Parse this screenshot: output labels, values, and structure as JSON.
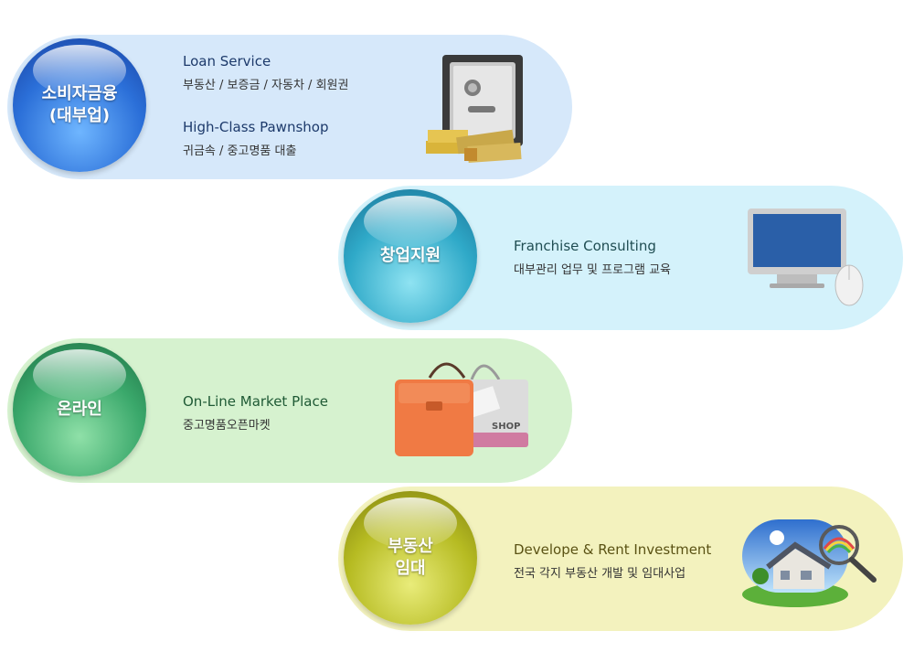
{
  "services": [
    {
      "orb_label": "소비자금융\n(대부업)",
      "lines": [
        {
          "en": "Loan Service",
          "ko": "부동산 / 보증금 / 자동차 / 회원권"
        },
        {
          "en": "High-Class Pawnshop",
          "ko": "귀금속 / 중고명품 대출"
        }
      ],
      "icon": "safe-icon"
    },
    {
      "orb_label": "창업지원",
      "lines": [
        {
          "en": "Franchise Consulting",
          "ko": "대부관리 업무 및 프로그램 교육"
        }
      ],
      "icon": "computer-monitor-icon"
    },
    {
      "orb_label": "온라인",
      "lines": [
        {
          "en": "On-Line Market Place",
          "ko": "중고명품오픈마켓"
        }
      ],
      "icon": "shopping-bag-icon",
      "bag_text": "SHOP"
    },
    {
      "orb_label": "부동산\n임대",
      "lines": [
        {
          "en": "Develope & Rent Investment",
          "ko": "전국 각지 부동산 개발 및 임대사업"
        }
      ],
      "icon": "house-magnifier-icon"
    }
  ],
  "colors": {
    "pill1": "#d6e8fa",
    "pill2": "#d4f2fb",
    "pill3": "#d6f2cf",
    "pill4": "#f3f2be"
  }
}
